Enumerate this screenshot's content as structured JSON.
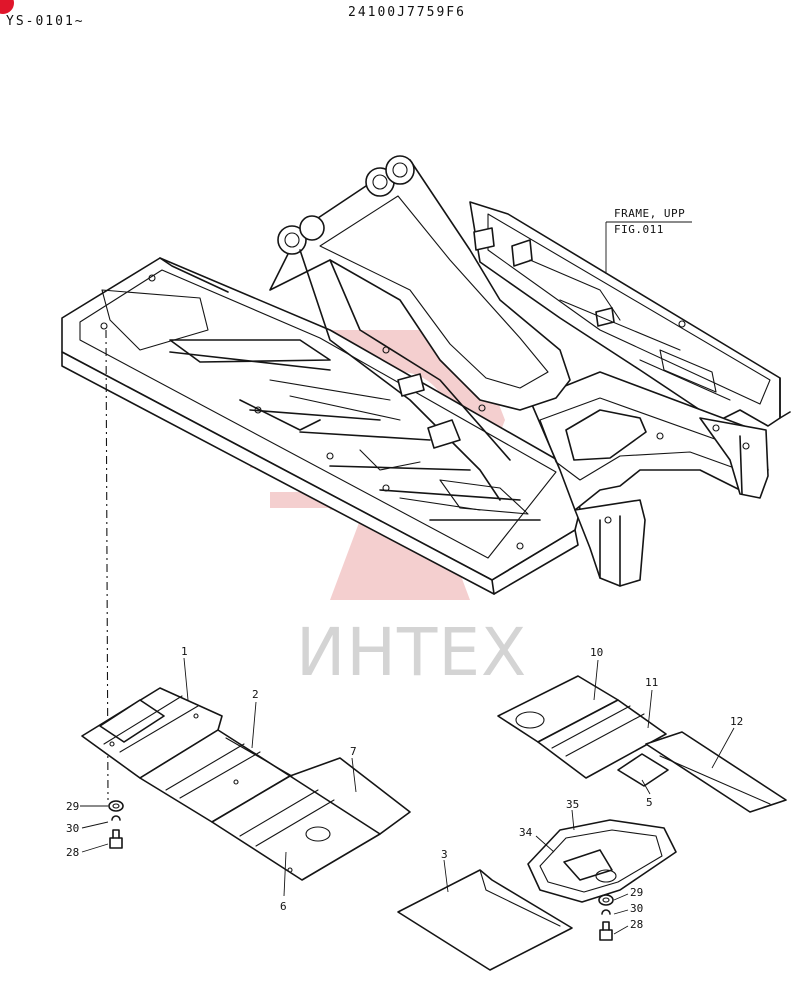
{
  "header": {
    "serial_range": "YS-0101~",
    "part_number": "24100J7759F6"
  },
  "reference": {
    "line1": "FRAME, UPP",
    "line2": "FIG.011"
  },
  "watermark": {
    "text": "ИНТЕХ",
    "color": "#d4d4d4",
    "logo_color": "#f3c7c7"
  },
  "accent_color": "#e0162b",
  "callouts": [
    {
      "id": "c1",
      "label": "1"
    },
    {
      "id": "c2",
      "label": "2"
    },
    {
      "id": "c3",
      "label": "3"
    },
    {
      "id": "c5",
      "label": "5"
    },
    {
      "id": "c6",
      "label": "6"
    },
    {
      "id": "c7",
      "label": "7"
    },
    {
      "id": "c10",
      "label": "10"
    },
    {
      "id": "c11",
      "label": "11"
    },
    {
      "id": "c12",
      "label": "12"
    },
    {
      "id": "c34",
      "label": "34"
    },
    {
      "id": "c35",
      "label": "35"
    },
    {
      "id": "c29a",
      "label": "29"
    },
    {
      "id": "c30a",
      "label": "30"
    },
    {
      "id": "c28a",
      "label": "28"
    },
    {
      "id": "c29b",
      "label": "29"
    },
    {
      "id": "c30b",
      "label": "30"
    },
    {
      "id": "c28b",
      "label": "28"
    }
  ]
}
